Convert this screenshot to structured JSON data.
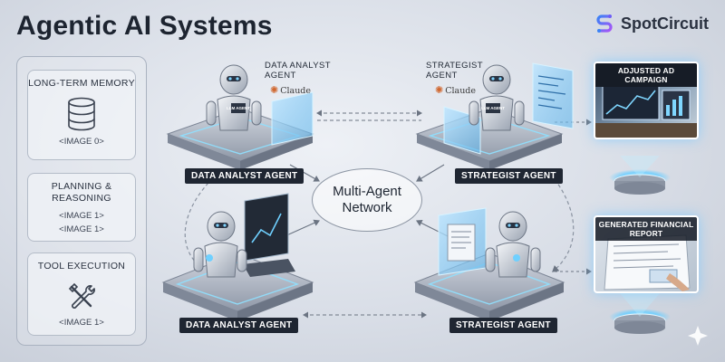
{
  "header": {
    "title": "Agentic AI Systems",
    "brand_name": "SpotCircuit"
  },
  "left_panel": {
    "cards": [
      {
        "title": "LONG-TERM MEMORY",
        "subtitles": [
          "<IMAGE 0>"
        ],
        "icon": "database-icon"
      },
      {
        "title": "PLANNING & REASONING",
        "subtitles": [
          "<IMAGE 1>",
          "<IMAGE 1>"
        ],
        "icon": ""
      },
      {
        "title": "TOOL EXECUTION",
        "subtitles": [
          "<IMAGE 1>"
        ],
        "icon": "tools-icon"
      }
    ]
  },
  "diagram": {
    "center_label": "Multi-Agent Network",
    "nodes": [
      {
        "plate": "DATA ANALYST AGENT",
        "caption_1": "DATA ANALYST",
        "caption_2": "AGENT",
        "model": "Claude",
        "screen_text": "LLM AGENT"
      },
      {
        "plate": "STRATEGIST AGENT",
        "caption_1": "STRATEGIST",
        "caption_2": "AGENT",
        "model": "Claude",
        "screen_text": "LLM AGENT"
      },
      {
        "plate": "DATA ANALYST AGENT"
      },
      {
        "plate": "STRATEGIST AGENT"
      }
    ]
  },
  "outputs": [
    {
      "title": "ADJUSTED AD CAMPAIGN"
    },
    {
      "title": "GENERATED FINANCIAL REPORT"
    }
  ],
  "colors": {
    "background": "#d9dee7",
    "plate": "#1f2632",
    "accent_glow": "#7fd0ff",
    "claude_orange": "#d0672f",
    "brand_gradient_start": "#3b82f6",
    "brand_gradient_end": "#a855f7"
  }
}
